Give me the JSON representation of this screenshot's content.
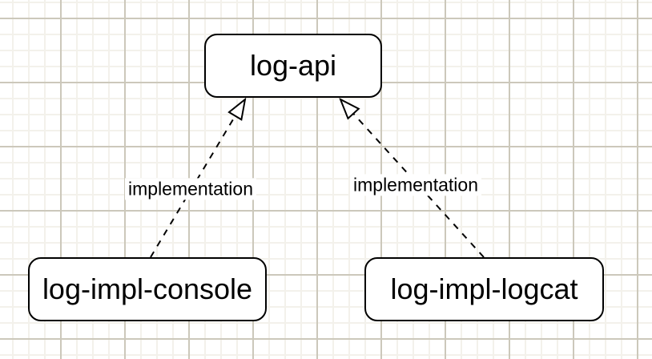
{
  "diagram": {
    "nodes": [
      {
        "id": "log-api",
        "label": "log-api"
      },
      {
        "id": "log-impl-console",
        "label": "log-impl-console"
      },
      {
        "id": "log-impl-logcat",
        "label": "log-impl-logcat"
      }
    ],
    "edges": [
      {
        "label": "implementation",
        "from": "log-impl-console",
        "to": "log-api",
        "style": "dashed",
        "arrowhead": "hollow-triangle"
      },
      {
        "label": "implementation",
        "from": "log-impl-logcat",
        "to": "log-api",
        "style": "dashed",
        "arrowhead": "hollow-triangle"
      }
    ],
    "colors": {
      "node_fill": "#ffffff",
      "line": "#000000",
      "text": "#000000",
      "grid_minor": "#f3f1eb",
      "grid_major": "#ccc8bb",
      "canvas_bg": "#ffffff"
    }
  }
}
